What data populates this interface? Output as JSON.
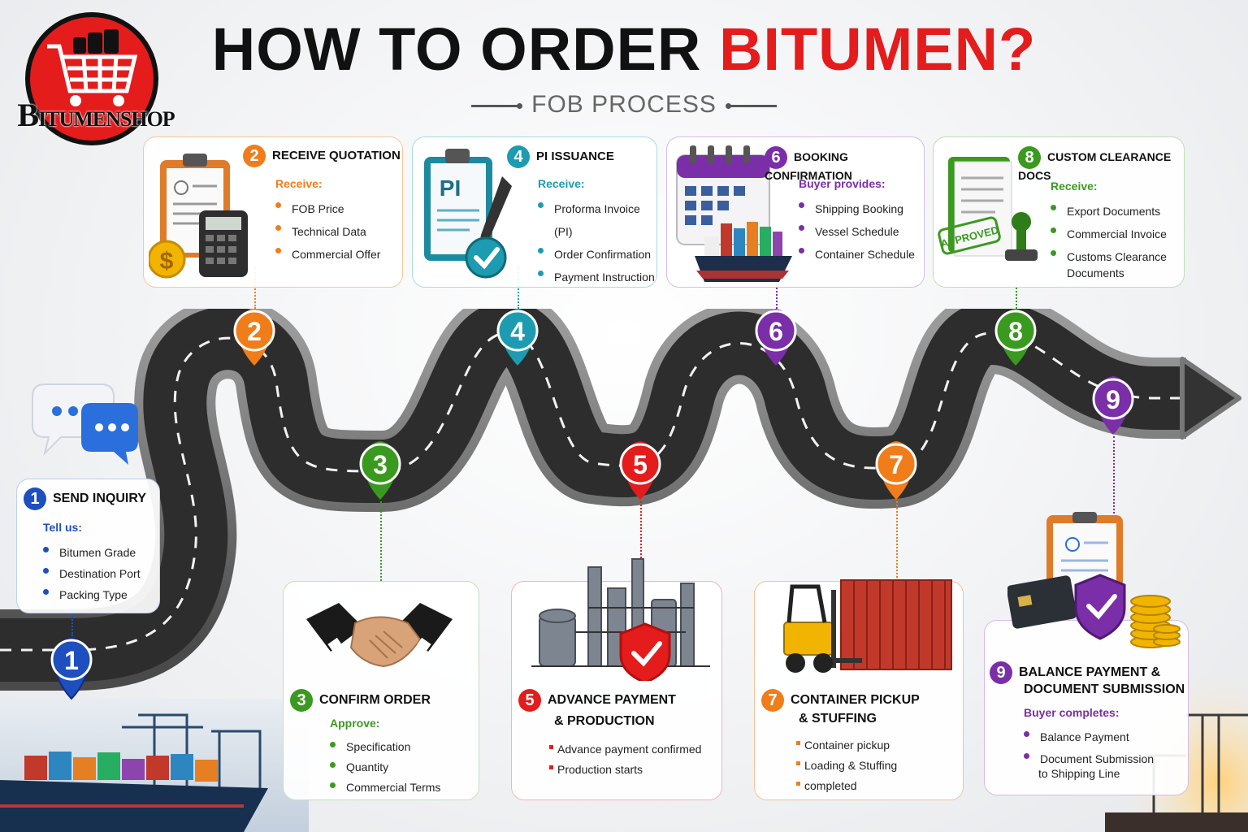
{
  "title": {
    "part1": "HOW TO ORDER",
    "part2": "BITUMEN?"
  },
  "subtitle": "FOB PROCESS",
  "logo": {
    "brand_initial": "B",
    "brand_rest": "ITUMENSHOP"
  },
  "colors": {
    "red": "#e41c1c",
    "blue": "#1e4fbf",
    "orange": "#f07d1a",
    "green": "#3a9a1f",
    "teal": "#1d9bb0",
    "purple": "#7a2ea8"
  },
  "steps": [
    {
      "num": "1",
      "title": "SEND INQUIRY",
      "label": "Tell us:",
      "items": [
        "Bitumen Grade",
        "Destination Port",
        "Packing Type"
      ]
    },
    {
      "num": "2",
      "title": "RECEIVE QUOTATION",
      "label": "Receive:",
      "items": [
        "FOB Price",
        "Technical Data",
        "Commercial Offer"
      ]
    },
    {
      "num": "3",
      "title": "CONFIRM ORDER",
      "label": "Approve:",
      "items": [
        "Specification",
        "Quantity",
        "Commercial Terms"
      ]
    },
    {
      "num": "4",
      "title": "PI ISSUANCE",
      "label": "Receive:",
      "items": [
        "Proforma Invoice (PI)",
        "Order Confirmation",
        "Payment Instruction"
      ]
    },
    {
      "num": "5",
      "title_line1": "ADVANCE PAYMENT",
      "title_line2": "& PRODUCTION",
      "items": [
        "Advance payment confirmed",
        "Production starts"
      ]
    },
    {
      "num": "6",
      "title": "BOOKING CONFIRMATION",
      "label": "Buyer provides:",
      "items": [
        "Shipping Booking",
        "Vessel Schedule",
        "Container Schedule"
      ]
    },
    {
      "num": "7",
      "title_line1": "CONTAINER PICKUP",
      "title_line2": "& STUFFING",
      "items": [
        "Container pickup",
        "Loading & Stuffing",
        "completed"
      ]
    },
    {
      "num": "8",
      "title": "CUSTOM CLEARANCE DOCS",
      "label": "Receive:",
      "items": [
        "Export Documents",
        "Commercial Invoice",
        "Customs Clearance",
        "Documents"
      ]
    },
    {
      "num": "9",
      "title_line1": "BALANCE PAYMENT &",
      "title_line2": "DOCUMENT SUBMISSION",
      "label": "Buyer completes:",
      "items": [
        "Balance Payment",
        "Document Submission",
        "to Shipping Line"
      ]
    }
  ],
  "icons": {
    "pi_label": "PI",
    "approved_stamp": "APPROVED",
    "dollar": "$"
  }
}
